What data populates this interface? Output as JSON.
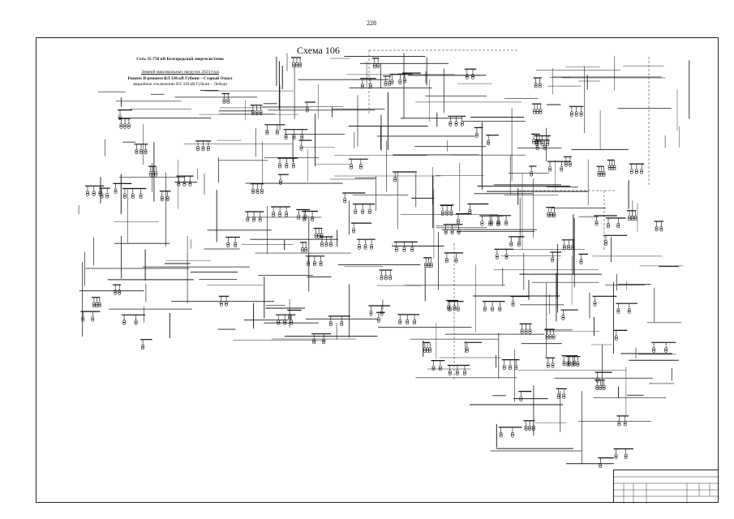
{
  "page": {
    "number": "228"
  },
  "diagram": {
    "schema_title": "Схема 106",
    "header_lines": [
      "Сеть 35-750 кВ Белгородской энергосистемы",
      "Зимний максимальных нагрузок 2024 года",
      "Режим: В ремонте ВЛ 330 кВ Губкин – Старый Оскол",
      "аварийное отключение ВЛ 330 кВ Губкин – Лебеди"
    ]
  },
  "stamp": {
    "organization": "",
    "sheet": ""
  }
}
